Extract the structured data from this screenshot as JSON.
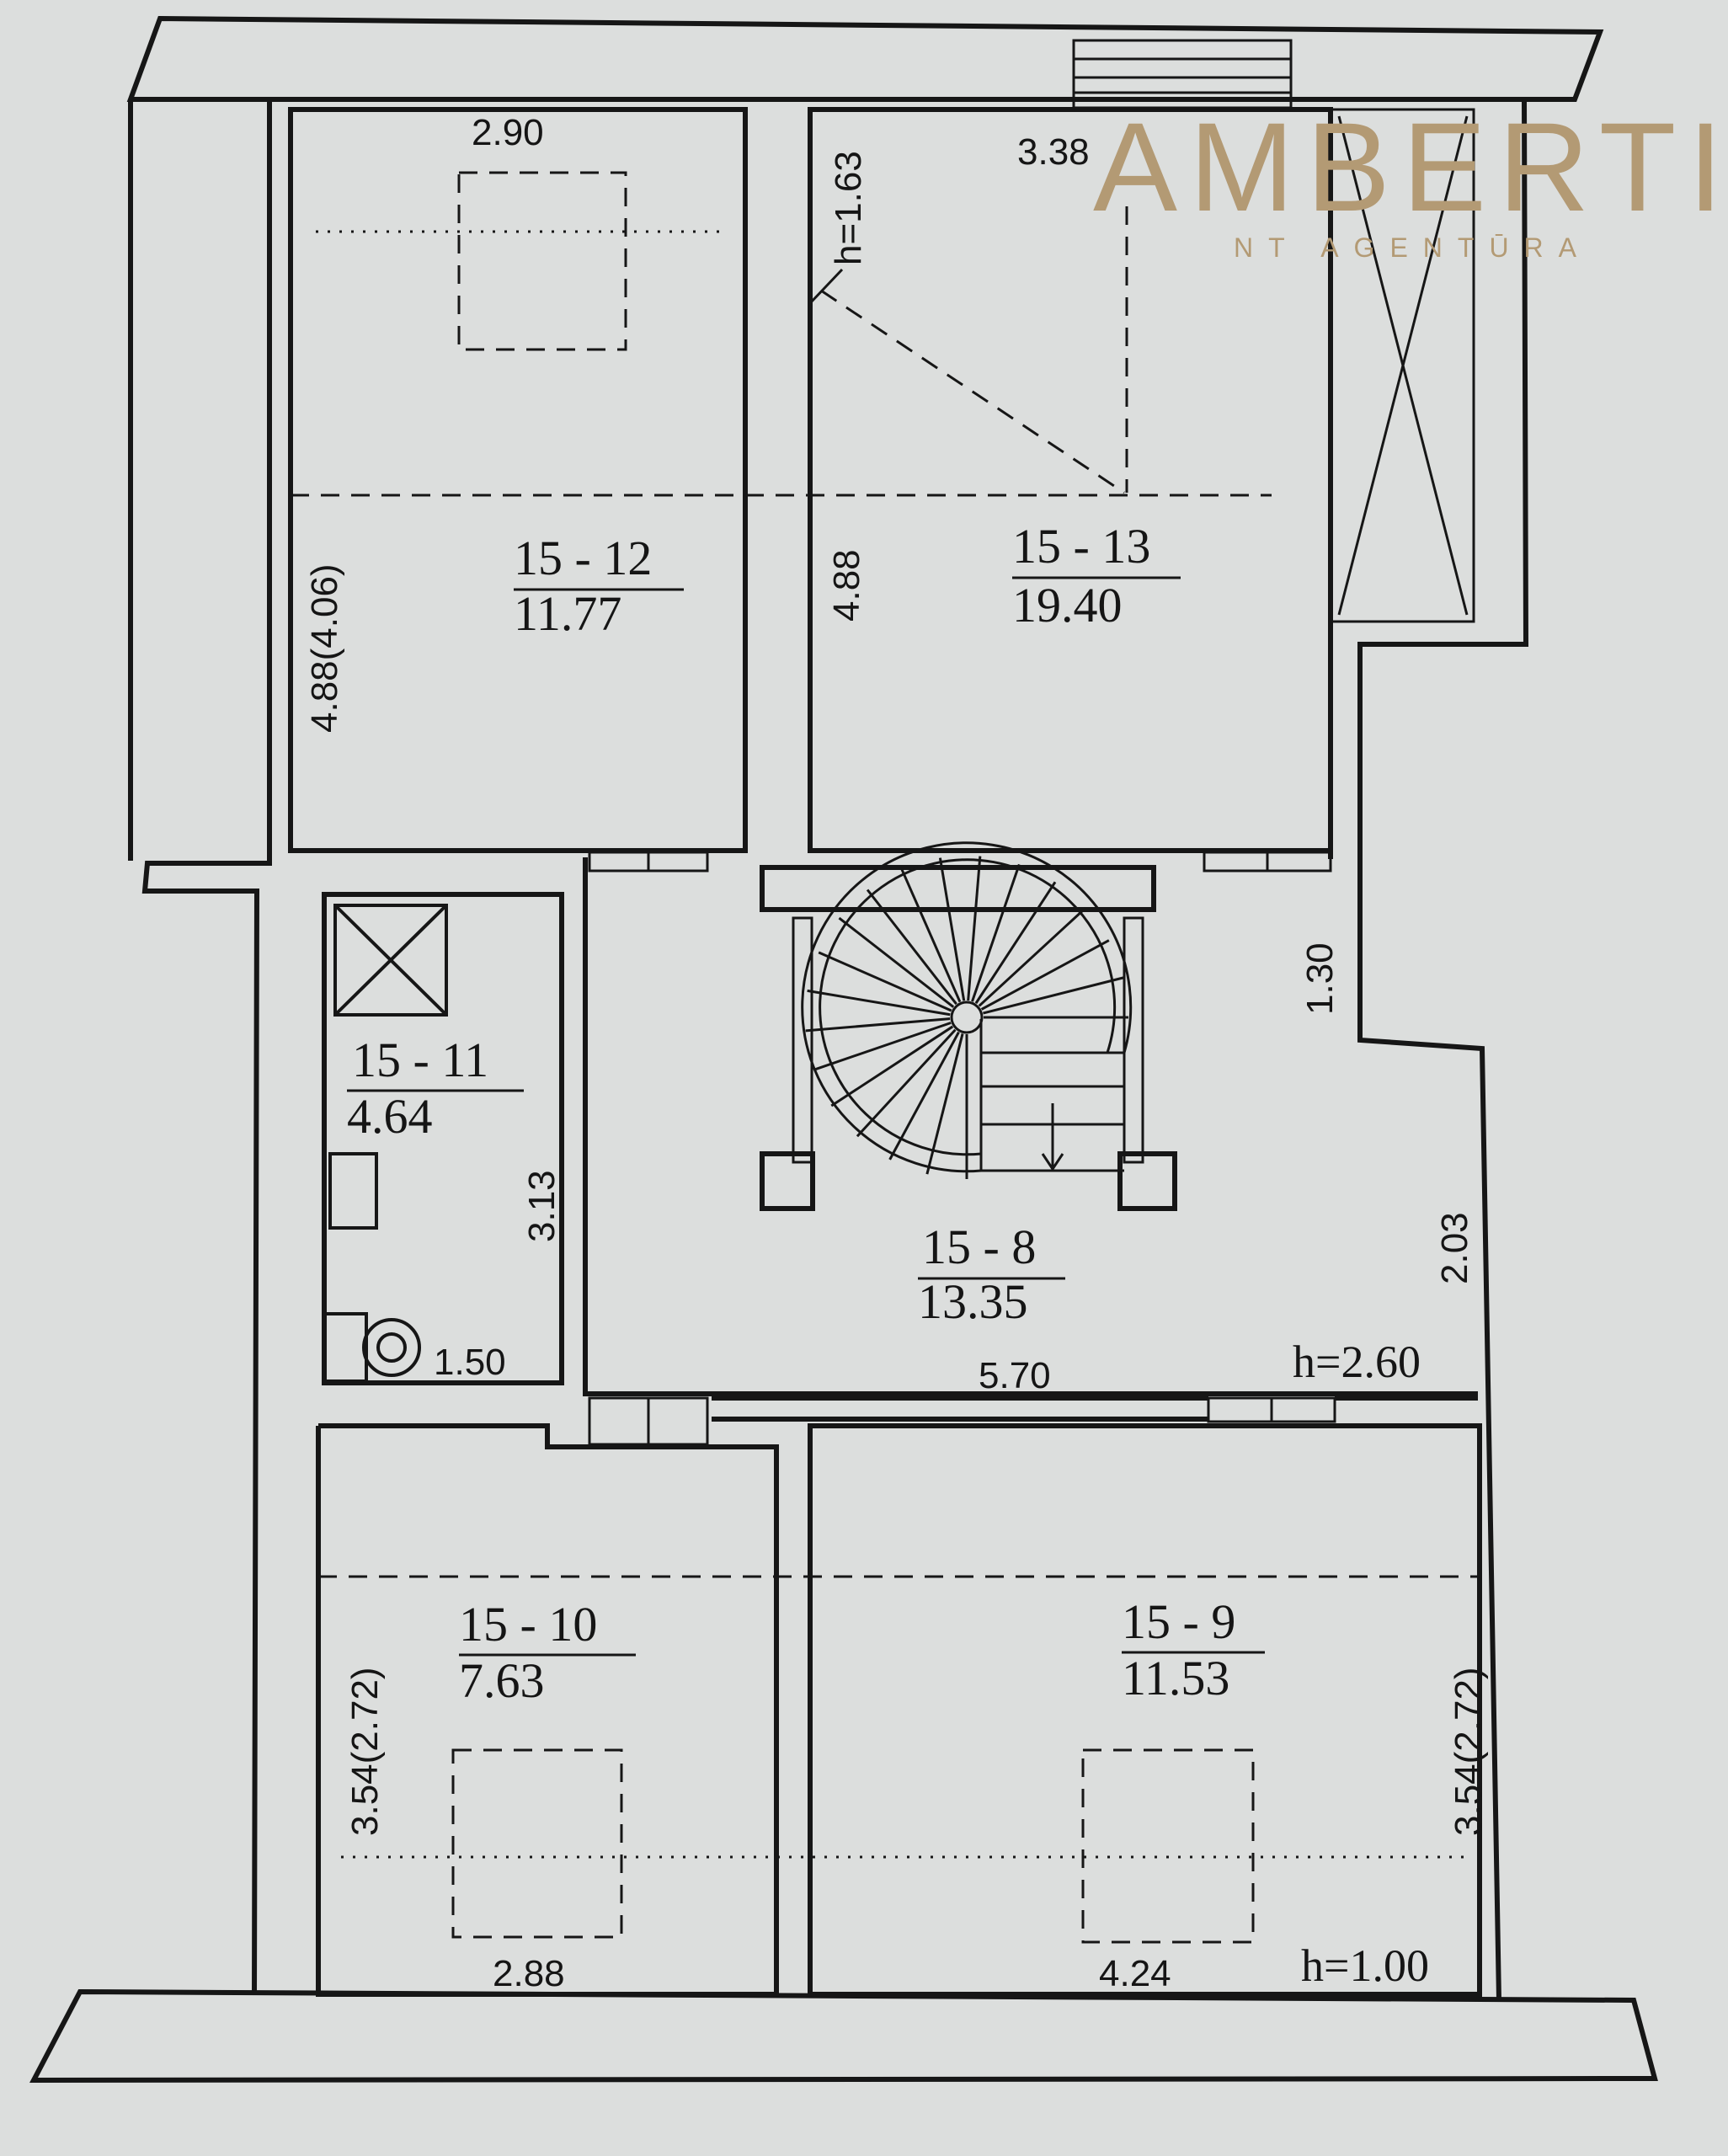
{
  "brand": {
    "name": "AMBERTI",
    "subtitle": "NT AGENTŪRA"
  },
  "rooms": [
    {
      "id": "15-12",
      "label": "15 - 12",
      "area": "11.77"
    },
    {
      "id": "15-13",
      "label": "15 - 13",
      "area": "19.40"
    },
    {
      "id": "15-11",
      "label": "15 - 11",
      "area": "4.64"
    },
    {
      "id": "15-8",
      "label": "15 - 8",
      "area": "13.35"
    },
    {
      "id": "15-10",
      "label": "15 - 10",
      "area": "7.63"
    },
    {
      "id": "15-9",
      "label": "15 - 9",
      "area": "11.53"
    }
  ],
  "dimensions": {
    "r12_width": "2.90",
    "r12_height": "4.88(4.06)",
    "r13_width": "3.38",
    "r13_height": "4.88",
    "r13_ceiling": "h=1.63",
    "hall_right_upper": "1.30",
    "hall_right_lower": "2.03",
    "hall_ceiling": "h=2.60",
    "hall_width": "5.70",
    "bath_height": "3.13",
    "bath_width": "1.50",
    "r10_height": "3.54(2.72)",
    "r10_width": "2.88",
    "r9_height": "3.54(2.72)",
    "r9_width": "4.24",
    "r9_ceiling": "h=1.00"
  }
}
